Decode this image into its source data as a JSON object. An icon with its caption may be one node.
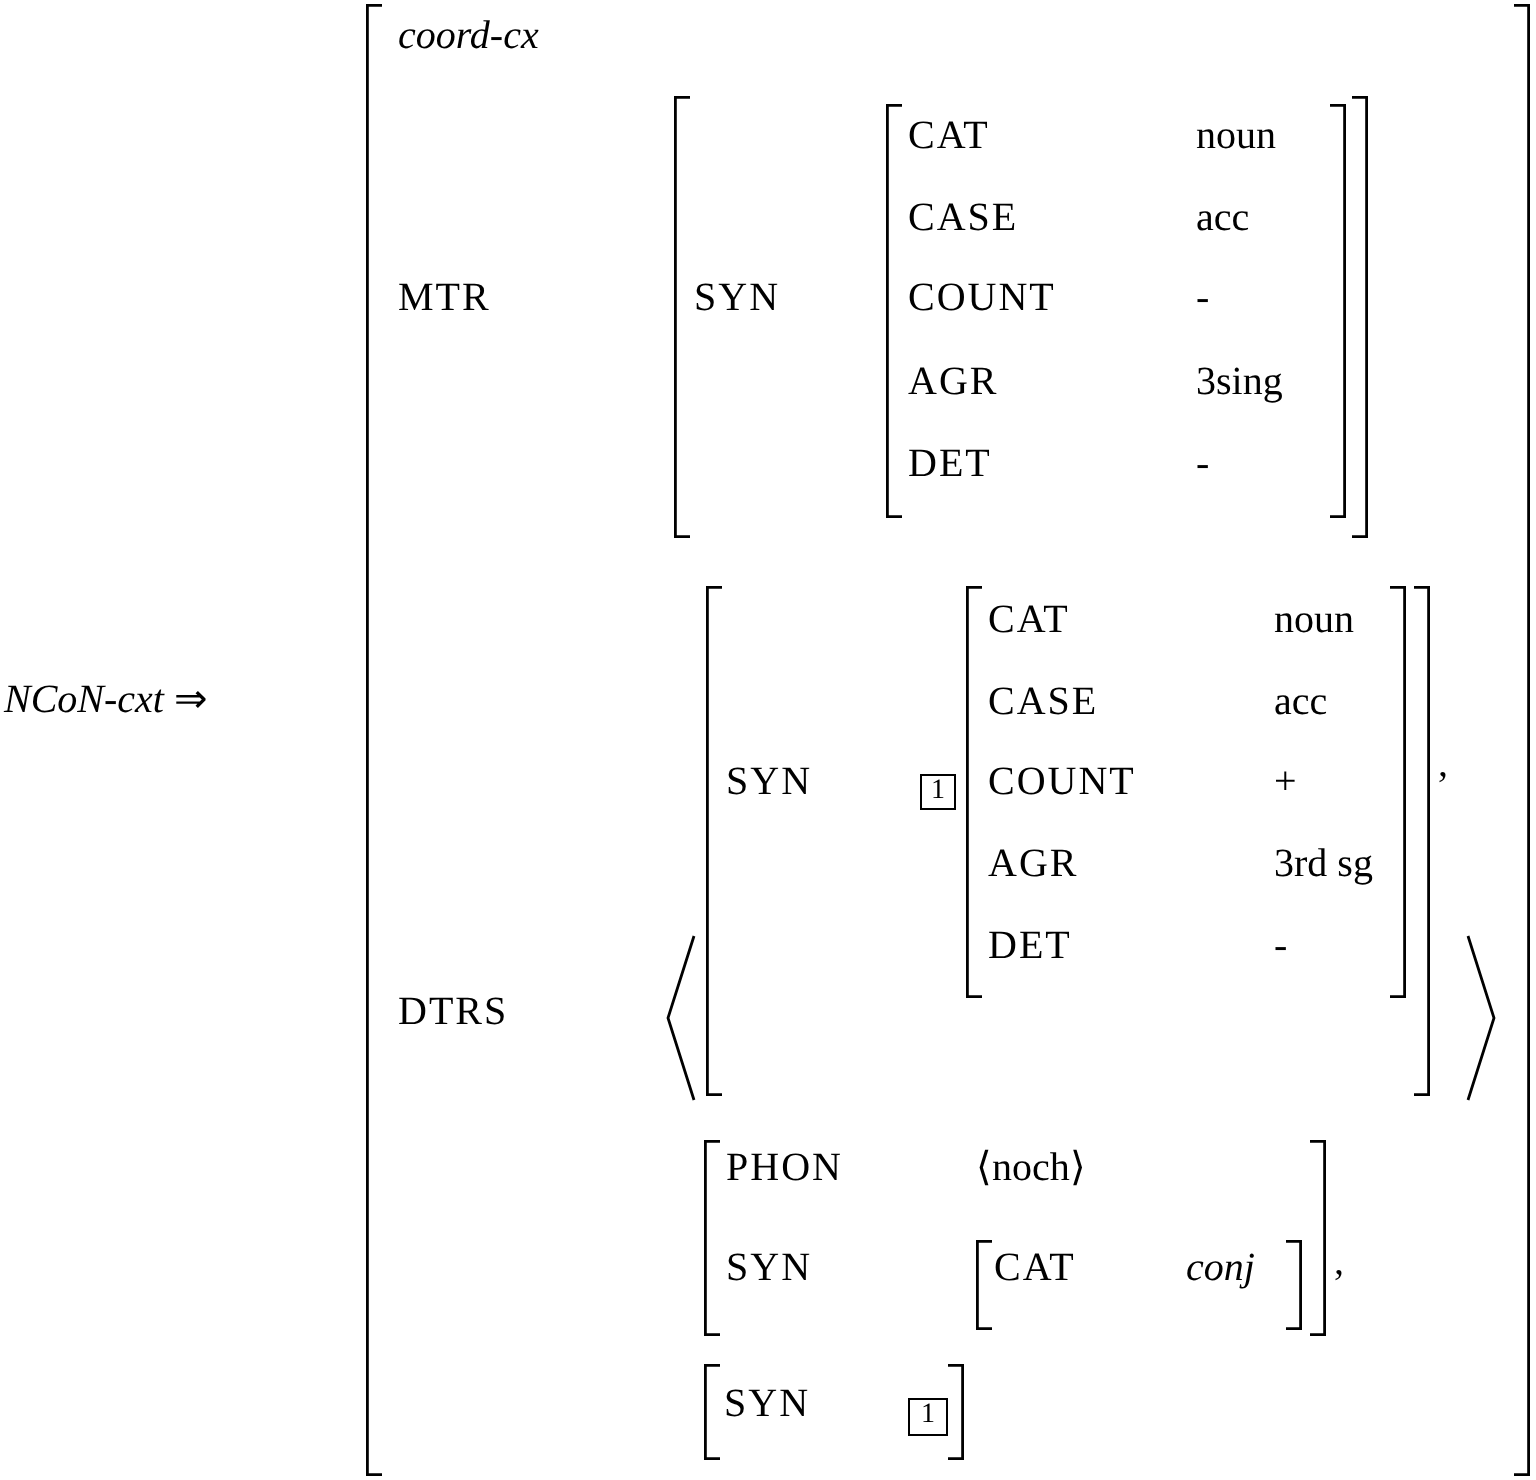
{
  "diagram": {
    "nodes": [
      {
        "text": [
          "coord-cx",
          "MTR",
          "DTRS"
        ]
      },
      {
        "text": [
          "SYN"
        ],
        "in": 0
      },
      {
        "text": [
          "CAT",
          "noun",
          "CASE",
          "acc",
          "COUNT",
          "-",
          "AGR",
          "3sing",
          "DET",
          "-"
        ],
        "in": 1
      },
      {
        "text": [
          "SYN"
        ],
        "in": 0,
        "beside": [
          ","
        ]
      },
      {
        "text": [
          "1"
        ],
        "in": 3
      },
      {
        "text": [
          "CAT",
          "noun",
          "CASE",
          "acc",
          "COUNT",
          "+",
          "AGR",
          "3rd sg",
          "DET",
          "-"
        ],
        "in": 3
      },
      {
        "text": [
          "PHON",
          "⟨noch⟩",
          "SYN"
        ],
        "in": 0,
        "beside": [
          ","
        ]
      },
      {
        "text": [
          "CAT",
          "conj"
        ],
        "in": 6
      },
      {
        "text": [
          "SYN"
        ],
        "in": 0
      },
      {
        "text": [
          "1"
        ],
        "in": 8
      }
    ],
    "labels": [
      "*NCoN-cxt* ⇒"
    ]
  }
}
